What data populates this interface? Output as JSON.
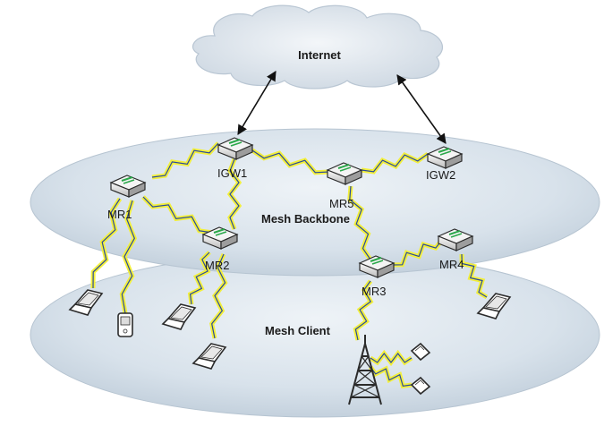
{
  "cloud_label": "Internet",
  "layers": {
    "backbone": "Mesh Backbone",
    "client": "Mesh Client"
  },
  "nodes": {
    "igw1": "IGW1",
    "igw2": "IGW2",
    "mr1": "MR1",
    "mr2": "MR2",
    "mr3": "MR3",
    "mr4": "MR4",
    "mr5": "MR5"
  },
  "colors": {
    "ellipse_fill": "#dde6ee",
    "ellipse_edge": "#b9c7d4",
    "cloud_fill": "#dfe6ee",
    "wireless_bolt": "#f2ef3c",
    "wireless_line": "#2a4a9c",
    "device": "#2b2b2b"
  }
}
